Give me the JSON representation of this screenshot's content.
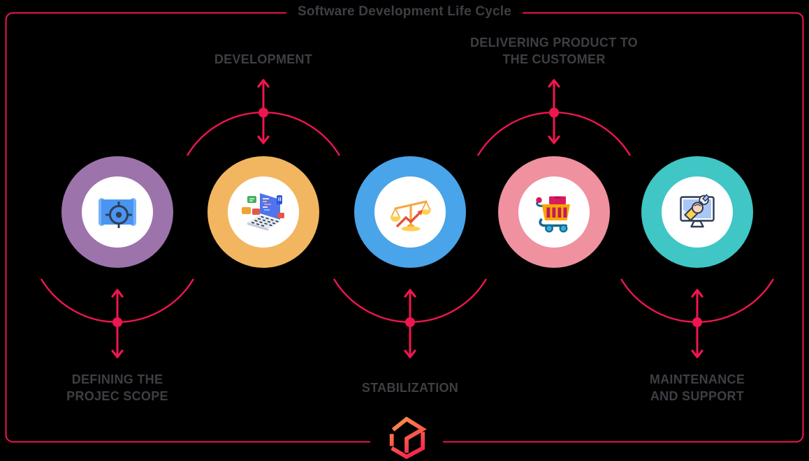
{
  "title": "Software Development Life Cycle",
  "stages": [
    {
      "name": "defining-the-project-scope",
      "label": "DEFINING THE\nPROJEC SCOPE",
      "label_position": "bottom",
      "ring_color": "#9d73ab",
      "icon": "blueprint-target-icon"
    },
    {
      "name": "development",
      "label": "DEVELOPMENT",
      "label_position": "top",
      "ring_color": "#f2b660",
      "icon": "laptop-code-icon"
    },
    {
      "name": "stabilization",
      "label": "STABILIZATION",
      "label_position": "bottom",
      "ring_color": "#49a4e9",
      "icon": "balance-scale-icon"
    },
    {
      "name": "delivering-product-to-the-customer",
      "label": "DELIVERING PRODUCT TO\nTHE CUSTOMER",
      "label_position": "top",
      "ring_color": "#f0919f",
      "icon": "shopping-cart-icon"
    },
    {
      "name": "maintenance-and-support",
      "label": "MAINTENANCE\nAND SUPPORT",
      "label_position": "bottom",
      "ring_color": "#3fc6c5",
      "icon": "monitor-wrench-icon"
    }
  ],
  "colors": {
    "accent": "#ee164f",
    "text": "#3e3e44",
    "bg": "#000000",
    "inner_circle": "#ffffff",
    "logo_gradient_top": "#ff9a45",
    "logo_gradient_bottom": "#f2164d"
  },
  "logo": {
    "name": "cube-logo"
  }
}
